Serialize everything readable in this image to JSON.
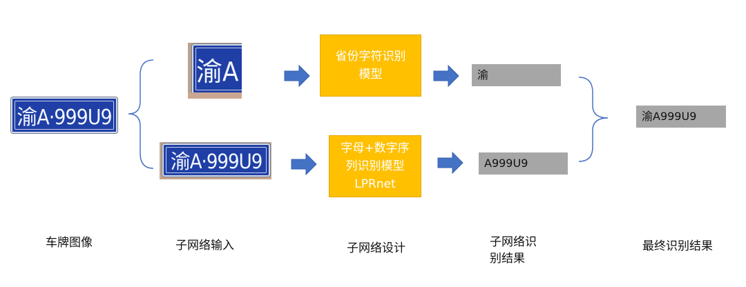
{
  "plates": {
    "full": "渝A·999U9",
    "province_crop": "渝A",
    "sequence_crop": "渝A·999U9"
  },
  "models": {
    "province": "省份字符识别模型",
    "sequence": "字母+数字序列识别模型LPRnet"
  },
  "results": {
    "province": "渝",
    "sequence": "A999U9",
    "final": "渝A999U9"
  },
  "stage_labels": {
    "plate_image": "车牌图像",
    "subnet_input": "子网络输入",
    "subnet_design": "子网络设计",
    "subnet_result_line1": "子网络识",
    "subnet_result_line2": "别结果",
    "final_result": "最终识别结果"
  },
  "colors": {
    "plate_blue": "#1f3fa6",
    "arrow_blue": "#4472c4",
    "model_yellow": "#ffc000",
    "result_gray": "#a6a6a6",
    "brace_blue": "#4a72c4"
  }
}
